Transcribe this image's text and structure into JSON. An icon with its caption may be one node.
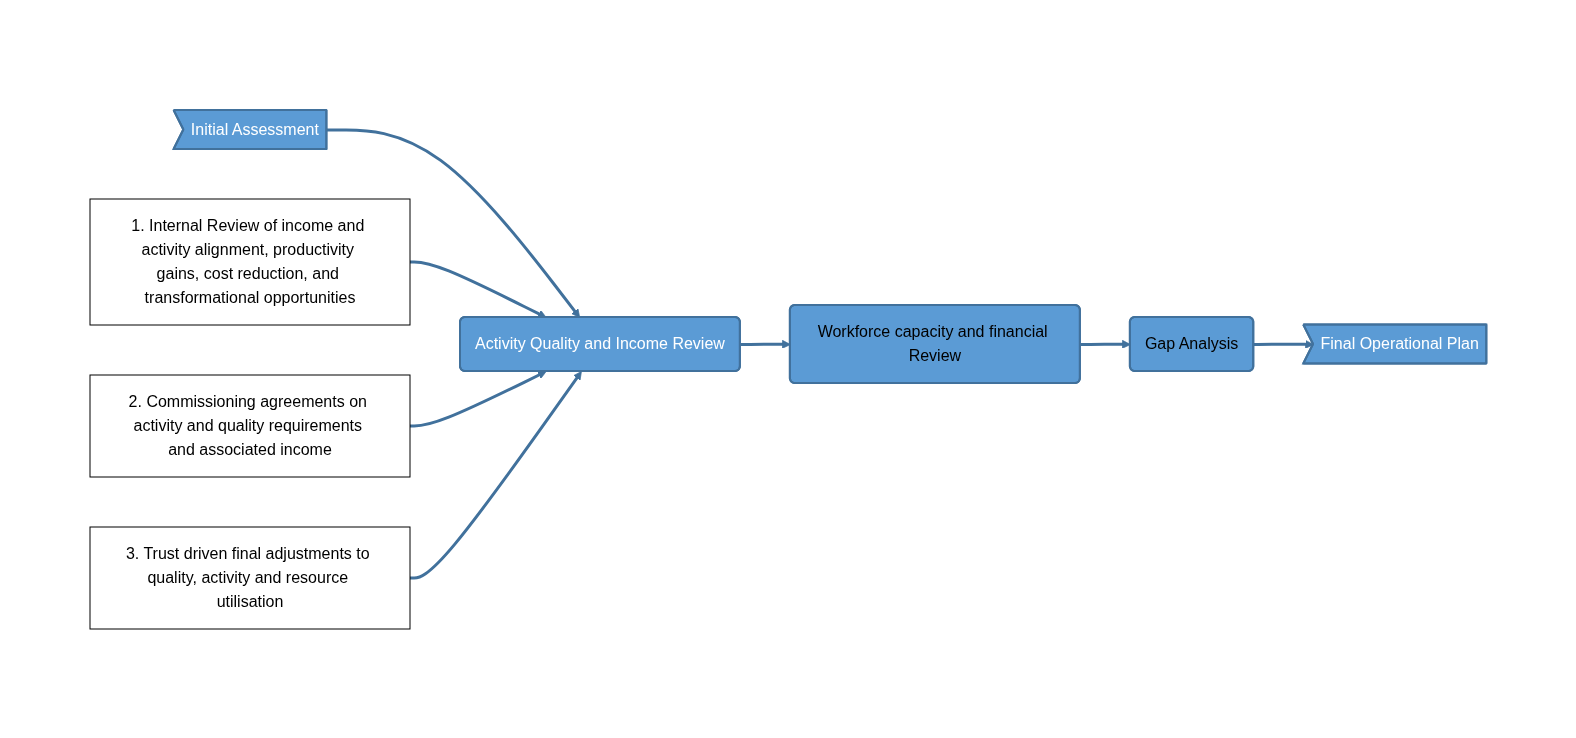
{
  "diagram": {
    "nodes": [
      {
        "text": [
          "Initial Assessment"
        ]
      },
      {
        "text": [
          "Activity Quality and Income Review"
        ]
      },
      {
        "text": [
          "Workforce capacity and financial Review"
        ]
      },
      {
        "text": [
          "Gap Analysis"
        ]
      },
      {
        "text": [
          "Final Operational Plan"
        ]
      },
      {
        "text": [
          "3. Trust driven final adjustments to quality, activity and resource utilisation"
        ]
      },
      {
        "text": [
          "2. Commissioning agreements on activity and quality requirements and associated income"
        ]
      },
      {
        "text": [
          "1. Internal Review of income and activity alignment, productivity gains, cost reduction, and transformational opportunities"
        ]
      }
    ],
    "edges": [
      {
        "from": 0,
        "to": 1,
        "arrow": "to"
      },
      {
        "from": 1,
        "to": 2,
        "arrow": "to"
      },
      {
        "from": 2,
        "to": 3,
        "arrow": "to"
      },
      {
        "from": 3,
        "to": 4,
        "arrow": "to"
      },
      {
        "from": 7,
        "to": 1,
        "arrow": "to"
      },
      {
        "from": 6,
        "to": 1,
        "arrow": "to"
      },
      {
        "from": 5,
        "to": 1,
        "arrow": "to"
      }
    ]
  }
}
